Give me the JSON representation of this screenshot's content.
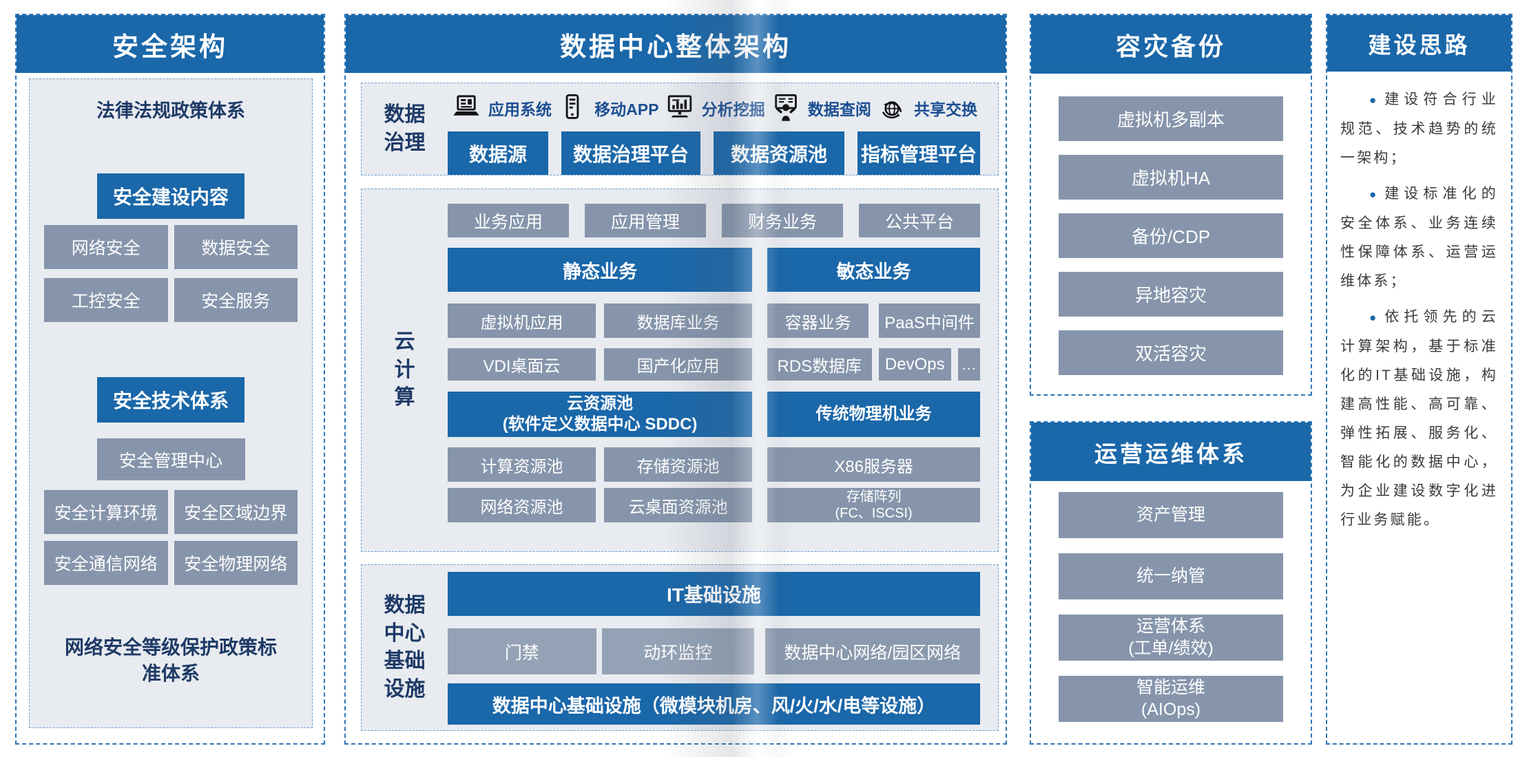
{
  "colors": {
    "accent_blue": "#1a67a9",
    "navy_text": "#1e3a66",
    "gray_block": "#8695ab",
    "panel_bg": "#e8ebf0",
    "dash_border": "#2e75b6"
  },
  "security": {
    "title": "安全架构",
    "law_title": "法律法规政策体系",
    "build_header": "安全建设内容",
    "build_items": [
      "网络安全",
      "数据安全",
      "工控安全",
      "安全服务"
    ],
    "tech_header": "安全技术体系",
    "tech_center": "安全管理中心",
    "tech_items": [
      "安全计算环境",
      "安全区域边界",
      "安全通信网络",
      "安全物理网络"
    ],
    "standard_note": "网络安全等级保护政策标\n准体系"
  },
  "datacenter": {
    "title": "数据中心整体架构",
    "governance": {
      "label": "数据\n治理",
      "apps": [
        {
          "icon": "app-system-icon",
          "label": "应用系统"
        },
        {
          "icon": "mobile-app-icon",
          "label": "移动APP"
        },
        {
          "icon": "analytics-icon",
          "label": "分析挖掘"
        },
        {
          "icon": "data-review-icon",
          "label": "数据查阅"
        },
        {
          "icon": "share-exchange-icon",
          "label": "共享交换"
        }
      ],
      "platforms": [
        "数据源",
        "数据治理平台",
        "数据资源池",
        "指标管理平台"
      ]
    },
    "cloud": {
      "label": "云\n计\n算",
      "apps": [
        "业务应用",
        "应用管理",
        "财务业务",
        "公共平台"
      ],
      "static_header": "静态业务",
      "agile_header": "敏态业务",
      "static_r1": [
        "虚拟机应用",
        "数据库业务"
      ],
      "static_r2": [
        "VDI桌面云",
        "国产化应用"
      ],
      "agile_r1": [
        "容器业务",
        "PaaS中间件"
      ],
      "agile_r2": [
        "RDS数据库",
        "DevOps",
        "..."
      ],
      "sddc": "云资源池\n(软件定义数据中心 SDDC)",
      "physical": "传统物理机业务",
      "pool_r1": [
        "计算资源池",
        "存储资源池"
      ],
      "pool_r2": [
        "网络资源池",
        "云桌面资源池"
      ],
      "x86": "X86服务器",
      "storage_array": "存储阵列\n(FC、ISCSI)"
    },
    "infrastructure": {
      "label": "数据\n中心\n基础\n设施",
      "it_header": "IT基础设施",
      "items": [
        "门禁",
        "动环监控",
        "数据中心网络/园区网络"
      ],
      "facility": "数据中心基础设施（微模块机房、风/火/水/电等设施）"
    }
  },
  "disaster": {
    "title": "容灾备份",
    "items": [
      "虚拟机多副本",
      "虚拟机HA",
      "备份/CDP",
      "异地容灾",
      "双活容灾"
    ]
  },
  "operations": {
    "title": "运营运维体系",
    "items": [
      "资产管理",
      "统一纳管",
      "运营体系\n(工单/绩效)",
      "智能运维\n(AIOps)"
    ]
  },
  "ideas": {
    "title": "建设思路",
    "bullets": [
      "建设符合行业规范、技术趋势的统一架构；",
      "建设标准化的安全体系、业务连续性保障体系、运营运维体系；",
      "依托领先的云计算架构，基于标准化的IT基础设施，构建高性能、高可靠、弹性拓展、服务化、智能化的数据中心，为企业建设数字化进行业务赋能。"
    ]
  }
}
